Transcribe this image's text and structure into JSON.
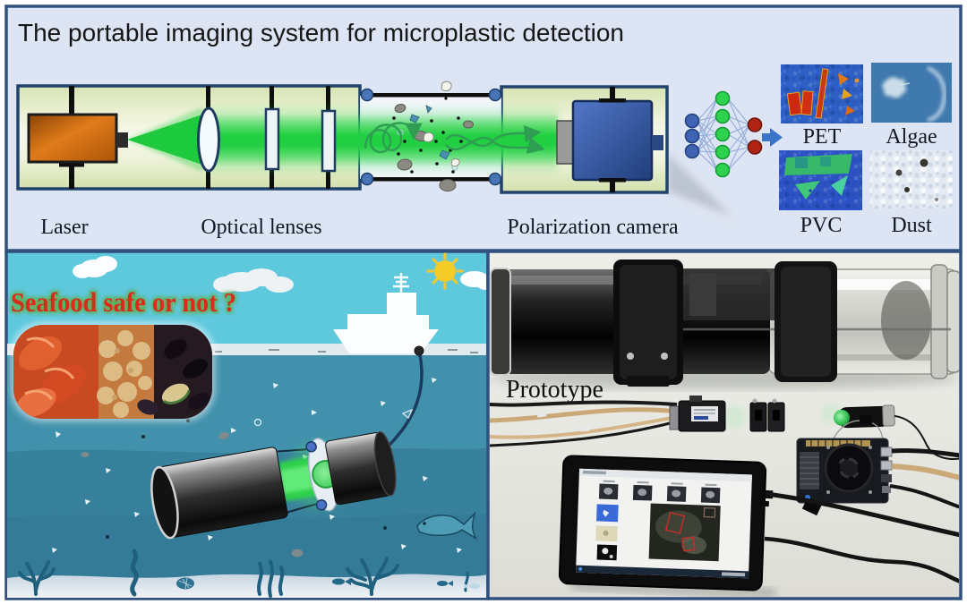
{
  "title": "The portable imaging system for microplastic detection",
  "schematic": {
    "laser_label": "Laser",
    "lenses_label": "Optical lenses",
    "camera_label": "Polarization camera",
    "results": [
      {
        "label": "PET"
      },
      {
        "label": "Algae"
      },
      {
        "label": "PVC"
      },
      {
        "label": "Dust"
      }
    ],
    "network": {
      "input_nodes": 3,
      "hidden_nodes": 5,
      "output_nodes": 2,
      "colors": {
        "input": "#4064b4",
        "hidden": "#2ed24e",
        "output": "#b02414"
      }
    }
  },
  "ocean": {
    "question": "Seafood safe or not ?"
  },
  "prototype": {
    "caption": "Prototype"
  },
  "colors": {
    "panel_border": "#30507f",
    "top_panel_bg": "#dde4f3",
    "optics_box_bg": "#e9f0cf",
    "beam_green": "#29d447",
    "laser_orange": "#d8731a",
    "camera_blue": "#3c60ae",
    "sky": "#5ec8dd",
    "water": "#3f8da8",
    "sand": "#dae4ec",
    "question_red": "#d92b1c",
    "question_glow_green": "#5fae4e",
    "detection_box_red": "#c03028"
  }
}
